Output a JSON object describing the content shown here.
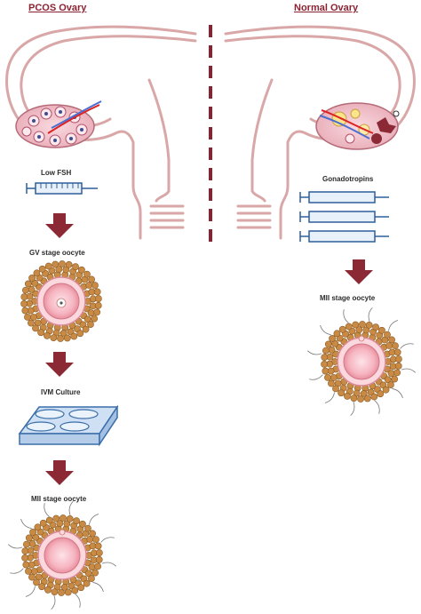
{
  "headings": {
    "left": "PCOS Ovary",
    "right": "Normal Ovary"
  },
  "left_steps": {
    "low_fsh": "Low FSH",
    "gv_oocyte": "GV stage oocyte",
    "ivm_culture": "IVM Culture",
    "mii_oocyte": "MII stage oocyte"
  },
  "right_steps": {
    "gonadotropins": "Gonadotropins",
    "mii_oocyte": "MII stage oocyte"
  },
  "colors": {
    "heading": "#8b2232",
    "arrow": "#8b2a35",
    "divider": "#8b2232",
    "uterus_outline": "#d9a7a7",
    "cumulus": "#b7742e",
    "oocyte": "#f2a7b4",
    "syringe": "#2f5f9a"
  },
  "icons": [
    "uterus-illustration",
    "syringe-icon",
    "down-arrow-icon",
    "oocyte-icon",
    "culture-plate-icon",
    "ovary-icon"
  ]
}
